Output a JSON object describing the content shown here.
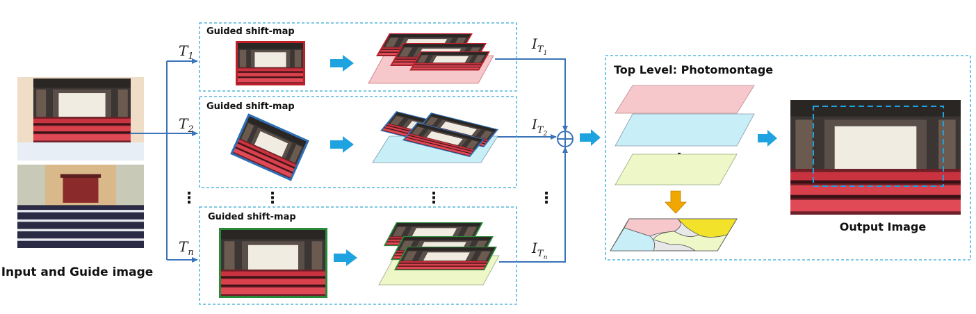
{
  "input_caption": "Input and Guide image",
  "output_caption": "Output Image",
  "branches": [
    {
      "title": "Guided shift-map",
      "transform": "T",
      "transform_sub": "1",
      "result": "I",
      "result_sub": "T",
      "result_subsub": "1",
      "frame_color": "#c0202a",
      "layer_color": "#f6c7cb"
    },
    {
      "title": "Guided shift-map",
      "transform": "T",
      "transform_sub": "2",
      "result": "I",
      "result_sub": "T",
      "result_subsub": "2",
      "frame_color": "#2f6fb5",
      "layer_color": "#c8eef7"
    },
    {
      "title": "Guided shift-map",
      "transform": "T",
      "transform_sub": "n",
      "result": "I",
      "result_sub": "T",
      "result_subsub": "n",
      "frame_color": "#2a8a3a",
      "layer_color": "#eef7c8"
    }
  ],
  "top_level": {
    "title": "Top Level: Photomontage",
    "layer_colors": [
      "#f6c7cb",
      "#c8eef7",
      "#eef7c8"
    ]
  },
  "ellipsis": "⋮",
  "colors": {
    "line": "#3a73b8",
    "arrow_fill": "#1ea3e0",
    "dashed_border": "#2ea8d6",
    "down_arrow": "#f0a800",
    "montage_yellow": "#f3e22a",
    "montage_grey": "#e8e8e8"
  }
}
